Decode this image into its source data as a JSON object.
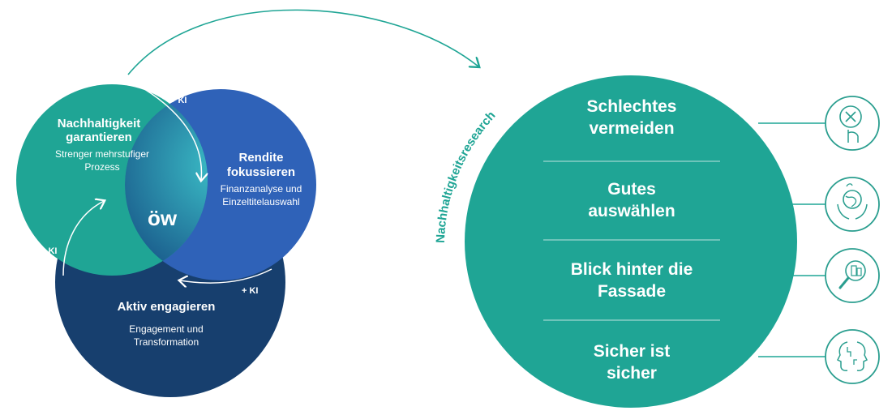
{
  "venn": {
    "sustainability": {
      "title_line1": "Nachhaltigkeit",
      "title_line2": "garantieren",
      "sub_line1": "Strenger mehrstufiger",
      "sub_line2": "Prozess",
      "ki_label": "+ KI"
    },
    "return": {
      "title_line1": "Rendite",
      "title_line2": "fokussieren",
      "sub_line1": "Finanzanalyse und",
      "sub_line2": "Einzeltitelauswahl",
      "ki_label": "+ KI"
    },
    "engage": {
      "title": "Aktiv engagieren",
      "sub_line1": "Engagement und",
      "sub_line2": "Transformation",
      "ki_label": "+ KI"
    },
    "center_logo": "öw"
  },
  "research": {
    "arc_label": "Nachhaltigkeitsresearch",
    "items": [
      {
        "line1": "Schlechtes",
        "line2": "vermeiden",
        "icon": "cross-hand-icon"
      },
      {
        "line1": "Gutes",
        "line2": "auswählen",
        "icon": "globe-hands-icon"
      },
      {
        "line1": "Blick hinter die",
        "line2": "Fassade",
        "icon": "magnifier-building-icon"
      },
      {
        "line1": "Sicher ist",
        "line2": "sicher",
        "icon": "profile-faces-icon"
      }
    ]
  },
  "colors": {
    "teal": "#1fa595",
    "blue_mid": "#2f62b8",
    "navy": "#173f6e",
    "icon_ring": "#2a9e8f"
  }
}
